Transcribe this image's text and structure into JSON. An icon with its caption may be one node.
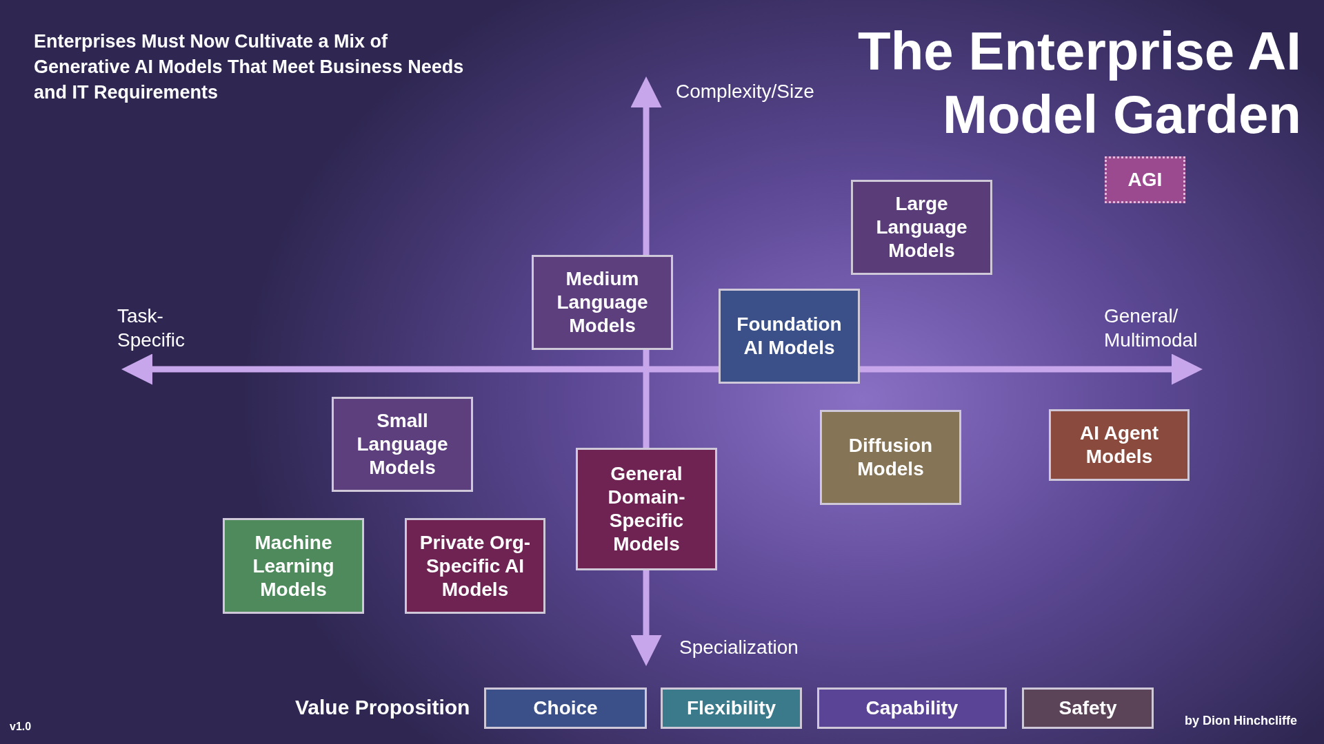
{
  "diagram": {
    "title": "The Enterprise AI Model Garden",
    "nodes": [
      {
        "text": [
          "AGI"
        ]
      },
      {
        "text": [
          "Large Language Models"
        ]
      },
      {
        "text": [
          "Medium Language Models"
        ]
      },
      {
        "text": [
          "Foundation AI Models"
        ]
      },
      {
        "text": [
          "Small Language Models"
        ]
      },
      {
        "text": [
          "Diffusion Models"
        ]
      },
      {
        "text": [
          "AI Agent Models"
        ]
      },
      {
        "text": [
          "General Domain-Specific Models"
        ]
      },
      {
        "text": [
          "Machine Learning Models"
        ]
      },
      {
        "text": [
          "Private Org-Specific AI Models"
        ]
      },
      {
        "text": [
          "Choice"
        ]
      },
      {
        "text": [
          "Flexibility"
        ]
      },
      {
        "text": [
          "Capability"
        ]
      },
      {
        "text": [
          "Safety"
        ]
      }
    ],
    "labels": [
      "Enterprises Must Now Cultivate a Mix of Generative AI Models That Meet Business Needs and IT Requirements",
      "Complexity/Size",
      "Task-Specific",
      "General/ Multimodal",
      "Specialization",
      "Value Proposition",
      "v1.0",
      "by Dion Hinchcliffe"
    ]
  }
}
